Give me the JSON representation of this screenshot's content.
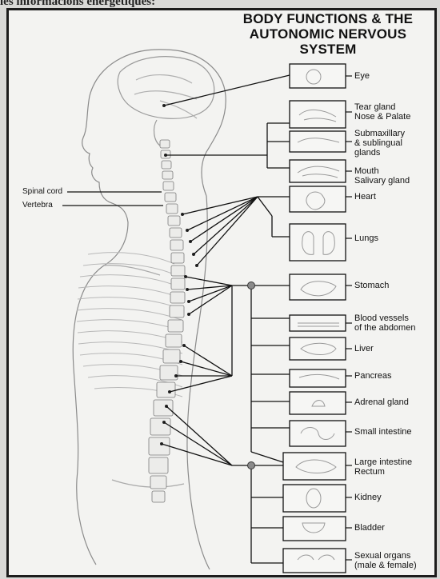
{
  "page": {
    "top_text": "les informacions energètiques:"
  },
  "title": {
    "line1": "BODY FUNCTIONS & THE",
    "line2": "AUTONOMIC NERVOUS",
    "line3": "SYSTEM"
  },
  "side_labels": {
    "spinal_cord": "Spinal cord",
    "vertebra": "Vertebra"
  },
  "organs": [
    {
      "id": "eye",
      "line1": "Eye",
      "line2": ""
    },
    {
      "id": "tear-gland",
      "line1": "Tear gland",
      "line2": "Nose & Palate"
    },
    {
      "id": "submaxillary",
      "line1": "Submaxillary",
      "line2": "& sublingual",
      "line3": "glands"
    },
    {
      "id": "mouth",
      "line1": "Mouth",
      "line2": "Salivary gland"
    },
    {
      "id": "heart",
      "line1": "Heart",
      "line2": ""
    },
    {
      "id": "lungs",
      "line1": "Lungs",
      "line2": ""
    },
    {
      "id": "stomach",
      "line1": "Stomach",
      "line2": ""
    },
    {
      "id": "blood-vessels",
      "line1": "Blood vessels",
      "line2": "of the abdomen"
    },
    {
      "id": "liver",
      "line1": "Liver",
      "line2": ""
    },
    {
      "id": "pancreas",
      "line1": "Pancreas",
      "line2": ""
    },
    {
      "id": "adrenal",
      "line1": "Adrenal gland",
      "line2": ""
    },
    {
      "id": "small-intestine",
      "line1": "Small intestine",
      "line2": ""
    },
    {
      "id": "large-intestine",
      "line1": "Large intestine",
      "line2": "Rectum"
    },
    {
      "id": "kidney",
      "line1": "Kidney",
      "line2": ""
    },
    {
      "id": "bladder",
      "line1": "Bladder",
      "line2": ""
    },
    {
      "id": "sexual-organs",
      "line1": "Sexual organs",
      "line2": "(male & female)"
    }
  ]
}
